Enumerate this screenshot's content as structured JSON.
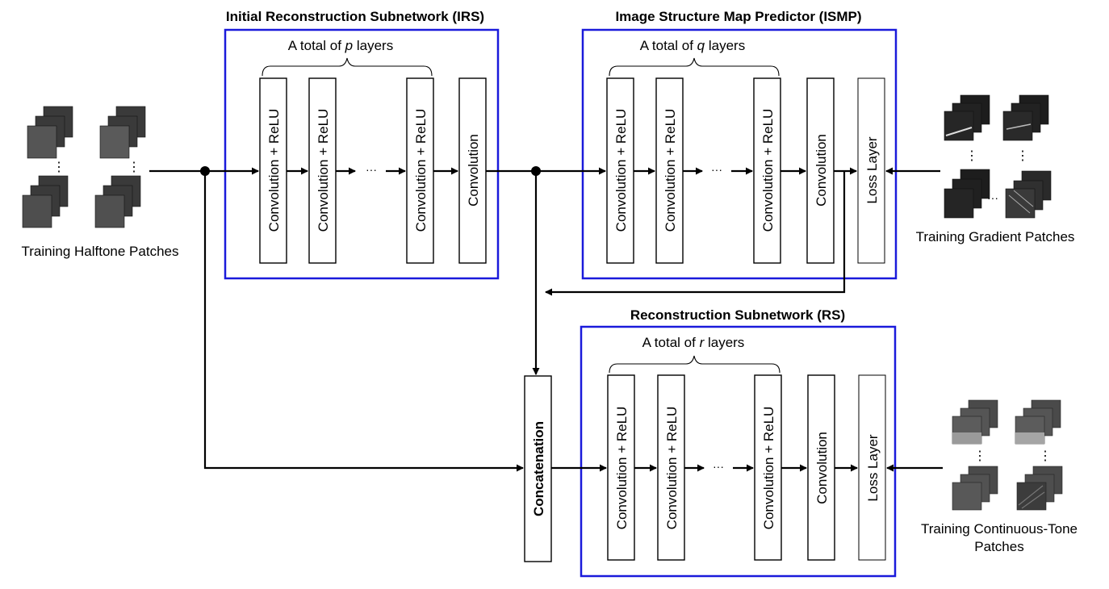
{
  "irs": {
    "title": "Initial Reconstruction Subnetwork (IRS)",
    "total_prefix": "A total of ",
    "var": "p",
    "total_suffix": " layers",
    "layer_label": "Convolution + ReLU",
    "conv_label": "Convolution",
    "ellipsis": "···"
  },
  "ismp": {
    "title": "Image Structure Map Predictor (ISMP)",
    "total_prefix": "A total of ",
    "var": "q",
    "total_suffix": " layers",
    "layer_label": "Convolution + ReLU",
    "conv_label": "Convolution",
    "loss_label": "Loss Layer",
    "ellipsis": "···"
  },
  "rs": {
    "title": "Reconstruction Subnetwork (RS)",
    "total_prefix": "A total of ",
    "var": "r",
    "total_suffix": " layers",
    "layer_label": "Convolution + ReLU",
    "conv_label": "Convolution",
    "loss_label": "Loss Layer",
    "ellipsis": "···"
  },
  "concat_label": "Concatenation",
  "inputs": {
    "halftone": "Training Halftone Patches",
    "gradient": "Training Gradient Patches",
    "continuous_line1": "Training Continuous-Tone",
    "continuous_line2": "Patches",
    "vdots": "⋮",
    "hdots": "···"
  },
  "colors": {
    "subnetwork_border": "#1a1adb",
    "line": "#000000"
  }
}
